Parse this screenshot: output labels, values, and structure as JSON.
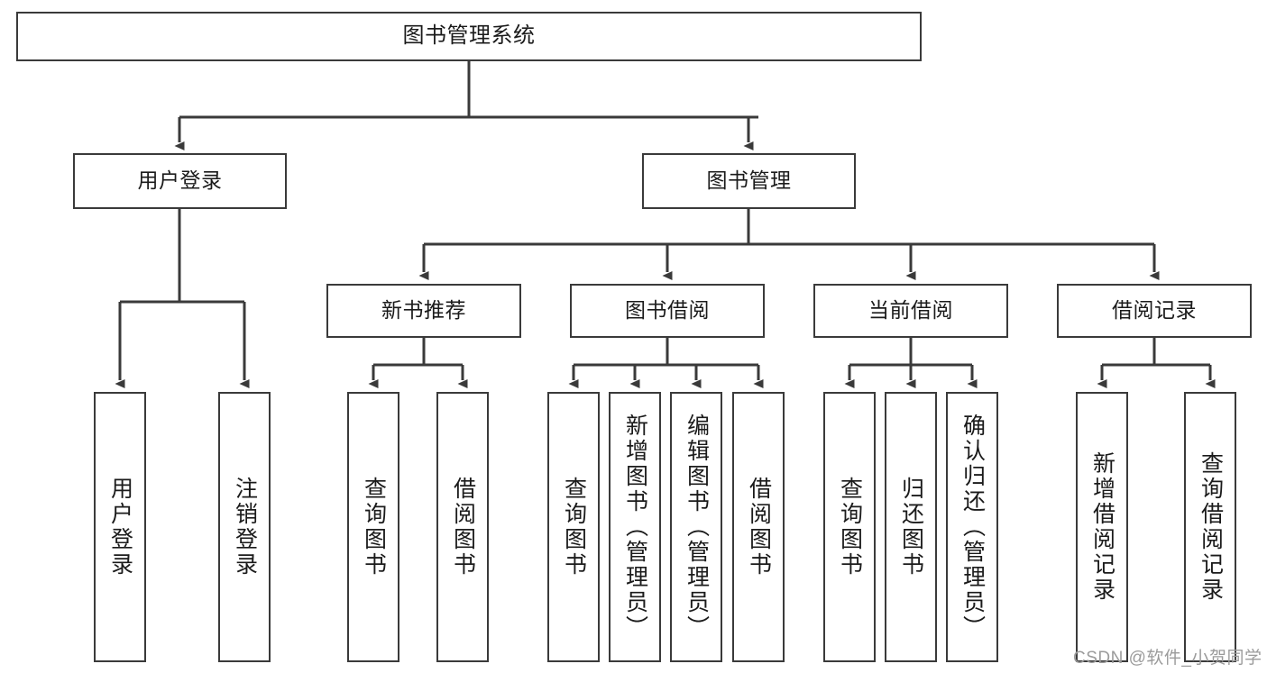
{
  "diagram": {
    "title": "图书管理系统",
    "type": "hierarchy-tree",
    "root": {
      "label": "图书管理系统"
    },
    "level2": [
      {
        "label": "用户登录"
      },
      {
        "label": "图书管理"
      }
    ],
    "level3": [
      {
        "label": "新书推荐"
      },
      {
        "label": "图书借阅"
      },
      {
        "label": "当前借阅"
      },
      {
        "label": "借阅记录"
      }
    ],
    "leaves": {
      "user_login": [
        {
          "label": "用户登录"
        },
        {
          "label": "注销登录"
        }
      ],
      "new_book_recommend": [
        {
          "label": "查询图书"
        },
        {
          "label": "借阅图书"
        }
      ],
      "book_borrow": [
        {
          "label": "查询图书"
        },
        {
          "label": "新增图书（管理员）"
        },
        {
          "label": "编辑图书（管理员）"
        },
        {
          "label": "借阅图书"
        }
      ],
      "current_borrow": [
        {
          "label": "查询图书"
        },
        {
          "label": "归还图书"
        },
        {
          "label": "确认归还（管理员）"
        }
      ],
      "borrow_record": [
        {
          "label": "新增借阅记录"
        },
        {
          "label": "查询借阅记录"
        }
      ]
    }
  },
  "watermark": {
    "text": "CSDN @软件_小贺同学"
  },
  "colors": {
    "stroke": "#3a3a3a",
    "text": "#1b1b1b",
    "background": "#ffffff",
    "watermark": "#9b9b9b"
  }
}
